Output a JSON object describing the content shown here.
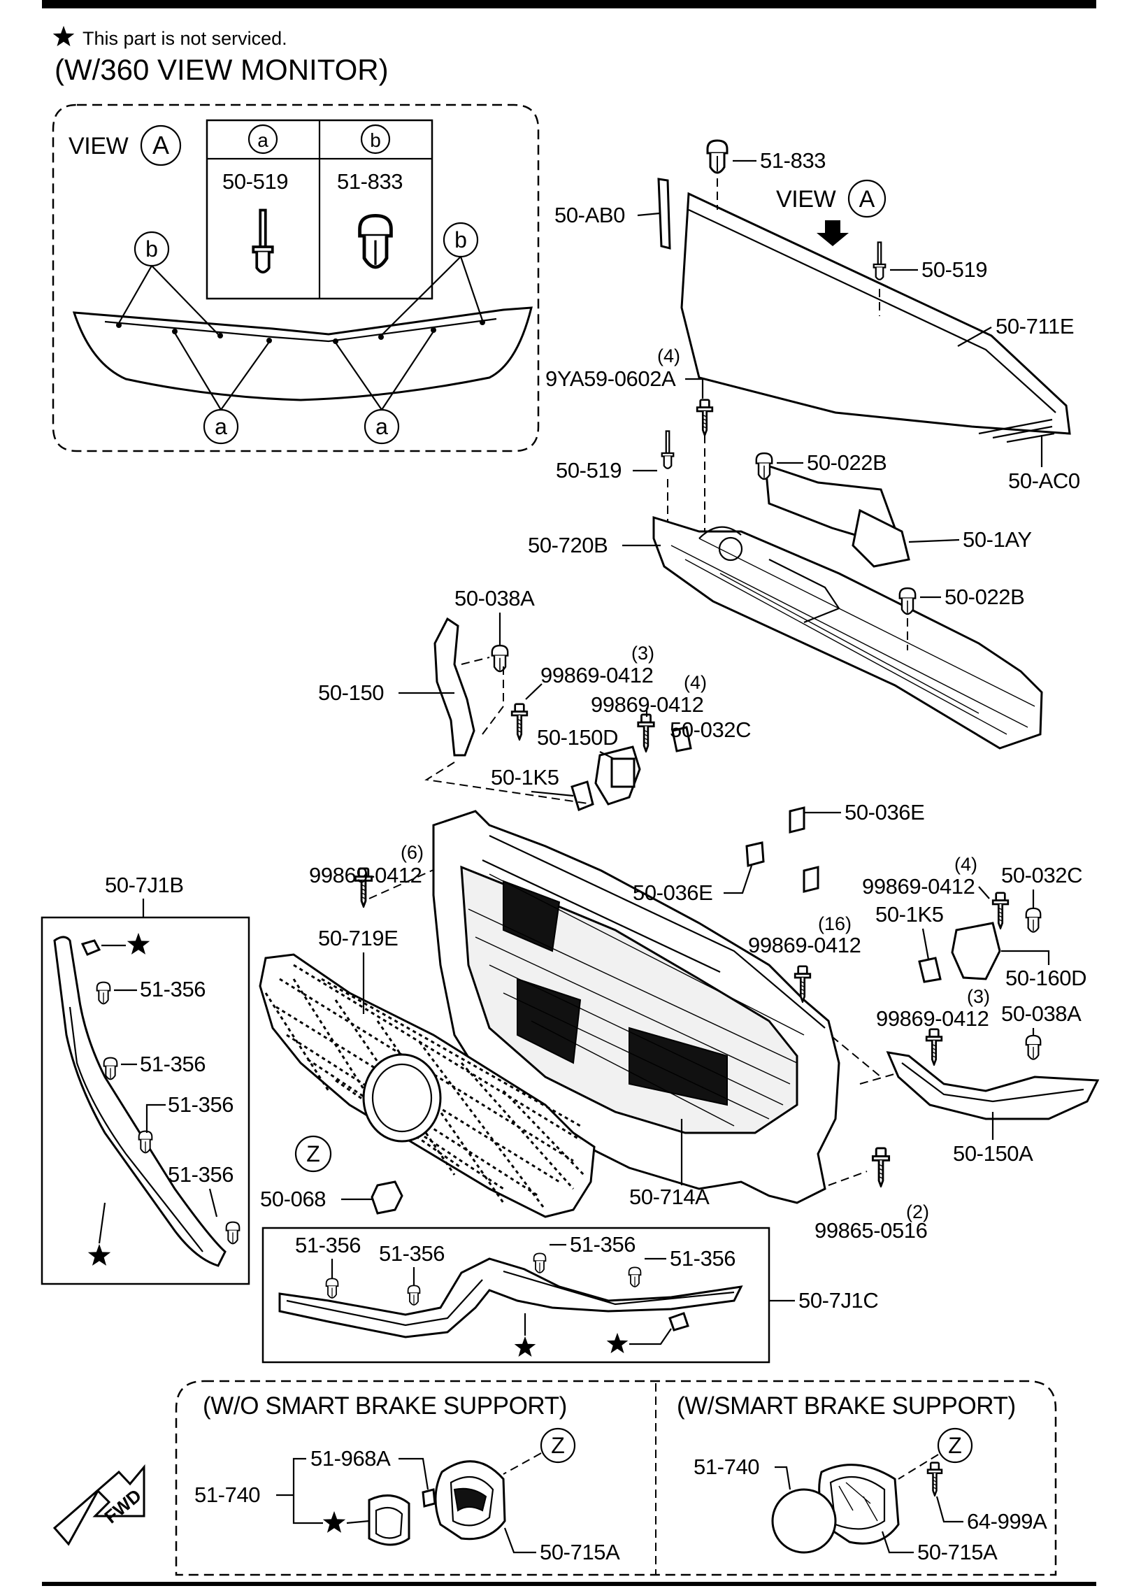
{
  "header": {
    "note": "This part is not serviced.",
    "title": "(W/360 VIEW MONITOR)"
  },
  "view_a": {
    "title": "VIEW",
    "view_letter": "A",
    "fastener_table": {
      "col_a": {
        "marker": "a",
        "part": "50-519"
      },
      "col_b": {
        "marker": "b",
        "part": "51-833"
      }
    },
    "markers": {
      "a": "a",
      "b": "b"
    }
  },
  "callouts": {
    "view_a_top": {
      "text": "VIEW",
      "letter": "A"
    },
    "p_51_833_top": "51-833",
    "p_50_AB0": "50-AB0",
    "p_50_519_top": "50-519",
    "p_50_711E": "50-711E",
    "q_9YA59": "(4)",
    "p_9YA59": "9YA59-0602A",
    "p_50_519_mid": "50-519",
    "p_50_022B_1": "50-022B",
    "p_50_720B": "50-720B",
    "p_50_1AY": "50-1AY",
    "p_50_022B_2": "50-022B",
    "p_50_AC0": "50-AC0",
    "p_50_038A_left": "50-038A",
    "q_99869_1": "(3)",
    "p_99869_1": "99869-0412",
    "p_50_150": "50-150",
    "q_99869_2": "(4)",
    "p_99869_2": "99869-0412",
    "p_50_150D": "50-150D",
    "p_50_032C_left": "50-032C",
    "p_50_1K5_left": "50-1K5",
    "q_99869_3": "(6)",
    "p_99869_3": "99869-0412",
    "p_50_036E_1": "50-036E",
    "p_50_036E_2": "50-036E",
    "q_99869_4": "(4)",
    "p_99869_4": "99869-0412",
    "p_50_032C_right": "50-032C",
    "p_50_1K5_right": "50-1K5",
    "q_99869_5": "(16)",
    "p_99869_5": "99869-0412",
    "p_50_160D": "50-160D",
    "q_99869_6": "(3)",
    "p_99869_6": "99869-0412",
    "p_50_038A_right": "50-038A",
    "p_50_719E": "50-719E",
    "p_50_150A": "50-150A",
    "view_z_main": "Z",
    "p_50_068": "50-068",
    "p_50_714A": "50-714A",
    "q_99865": "(2)",
    "p_99865": "99865-0516",
    "p_50_7J1B": "50-7J1B",
    "p_51_356_a": "51-356",
    "p_51_356_b": "51-356",
    "p_51_356_c": "51-356",
    "p_51_356_d": "51-356",
    "p_51_356_e": "51-356",
    "p_51_356_f": "51-356",
    "p_51_356_g": "51-356",
    "p_51_356_h": "51-356",
    "p_50_7J1C": "50-7J1C"
  },
  "bottom_panels": {
    "wo_sbs": {
      "title": "(W/O SMART BRAKE SUPPORT)",
      "view_letter": "Z",
      "parts": {
        "p_51_968A": "51-968A",
        "p_51_740": "51-740",
        "p_50_715A": "50-715A"
      }
    },
    "w_sbs": {
      "title": "(W/SMART BRAKE SUPPORT)",
      "view_letter": "Z",
      "parts": {
        "p_51_740": "51-740",
        "p_64_999A": "64-999A",
        "p_50_715A": "50-715A"
      }
    }
  },
  "fwd_arrow": "FWD",
  "icons": {
    "not_serviced": "black-star-icon",
    "direction": "fwd-arrow-icon",
    "view_direction": "down-arrow-icon"
  },
  "colors": {
    "line": "#000000",
    "background": "#ffffff",
    "fill_dark": "#111111"
  }
}
